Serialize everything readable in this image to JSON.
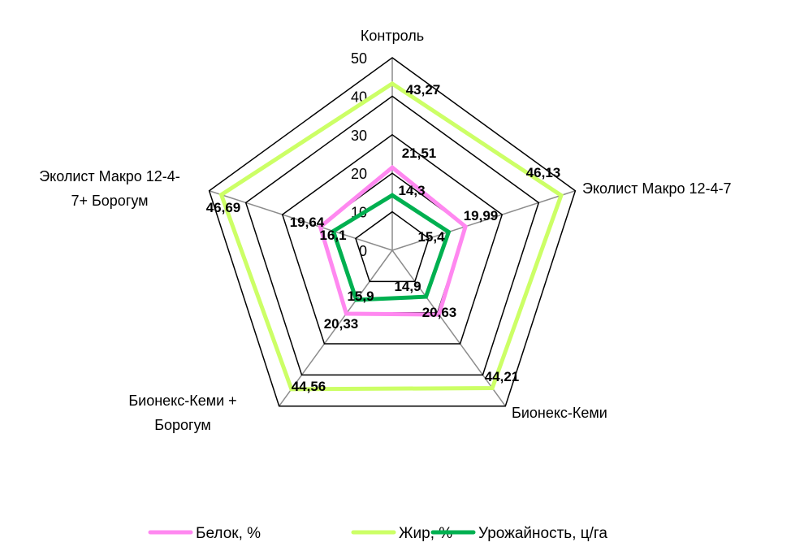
{
  "chart_data": {
    "type": "radar",
    "title": "",
    "categories": [
      "Контроль",
      "Эколист Макро 12-4-7",
      "Бионекс-Кеми",
      "Бионекс-Кеми + Борогум",
      "Эколист Макро 12-4-7+ Борогум"
    ],
    "category_lines": [
      [
        "Контроль"
      ],
      [
        "Эколист Макро 12-4-7"
      ],
      [
        "Бионекс-Кеми"
      ],
      [
        "Бионекс-Кеми +",
        "Борогум"
      ],
      [
        "Эколист Макро 12-4-",
        "7+ Борогум"
      ]
    ],
    "rlim": [
      0,
      50
    ],
    "ticks": [
      "0",
      "10",
      "20",
      "30",
      "40",
      "50"
    ],
    "grid": true,
    "legend_position": "bottom",
    "series": [
      {
        "name": "Белок, %",
        "color": "#FF88F0",
        "values": [
          21.51,
          19.99,
          20.63,
          20.33,
          19.64
        ],
        "labels": [
          "21,51",
          "19,99",
          "20,63",
          "20,33",
          "19,64"
        ]
      },
      {
        "name": "Жир, %",
        "color": "#CCFF66",
        "values": [
          43.27,
          46.13,
          44.21,
          44.56,
          46.69
        ],
        "labels": [
          "43,27",
          "46,13",
          "44,21",
          "44,56",
          "46,69"
        ]
      },
      {
        "name": "Урожайность, ц/га",
        "color": "#00B050",
        "values": [
          14.3,
          15.4,
          14.9,
          15.9,
          16.1
        ],
        "labels": [
          "14,3",
          "15,4",
          "14,9",
          "15,9",
          "16,1"
        ]
      }
    ]
  }
}
